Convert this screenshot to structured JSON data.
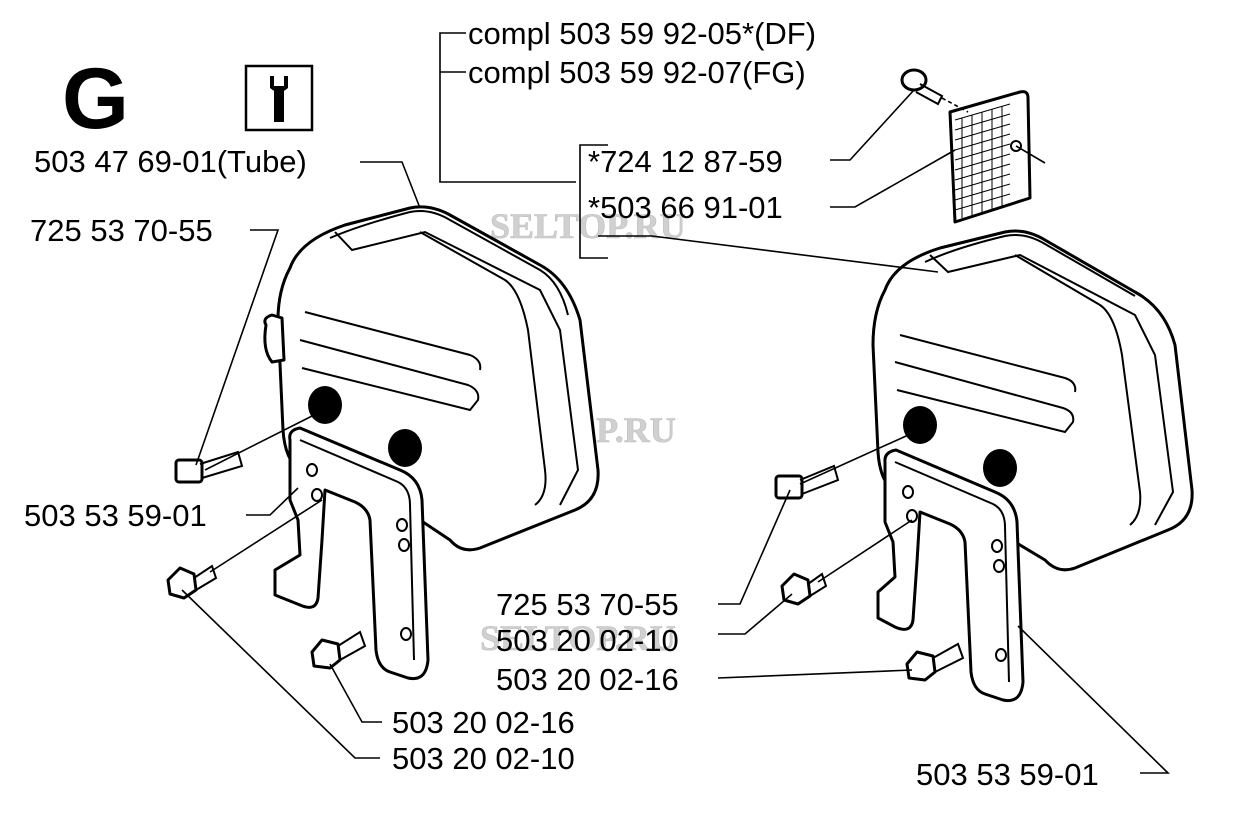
{
  "section_letter": "G",
  "tool_icon": "wrench-icon",
  "watermarks": [
    "SELTOP.RU",
    "SELTOP.RU",
    "SELTOP.RU"
  ],
  "labels": {
    "compl_df": "compl 503 59 92-05*(DF)",
    "compl_fg": "compl 503 59 92-07(FG)",
    "tube": "503 47 69-01(Tube)",
    "screw_724": "*724 12 87-59",
    "screen_503": "*503 66 91-01",
    "left_bolt": "725 53 70-55",
    "left_bracket": "503 53 59-01",
    "left_screw_16": "503 20 02-16",
    "left_screw_10": "503 20 02-10",
    "right_bolt": "725 53 70-55",
    "right_screw_10": "503 20 02-10",
    "right_screw_16": "503 20 02-16",
    "right_bracket": "503 53 59-01"
  }
}
